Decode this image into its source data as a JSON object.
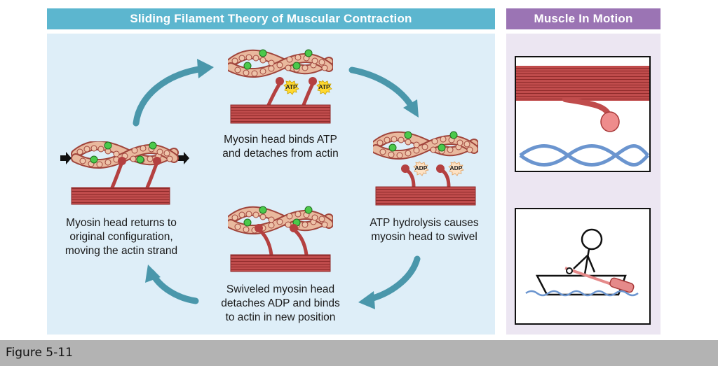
{
  "header": {
    "main_title": "Sliding Filament Theory of Muscular Contraction",
    "side_title": "Muscle In Motion"
  },
  "stages": {
    "top": {
      "lines": [
        "Myosin head binds ATP",
        "and detaches from actin"
      ],
      "badges": [
        "ATP",
        "ATP"
      ]
    },
    "right": {
      "lines": [
        "ATP hydrolysis causes",
        "myosin head to swivel"
      ],
      "badges": [
        "ADP",
        "ADP"
      ]
    },
    "bottom": {
      "lines": [
        "Swiveled myosin head",
        "detaches ADP and binds",
        "to actin in new position"
      ]
    },
    "left": {
      "lines": [
        "Myosin head returns to",
        "original configuration,",
        "moving the actin strand"
      ]
    }
  },
  "footer": {
    "label": "Figure 5-11"
  },
  "colors": {
    "header_main": "#5cb6cf",
    "header_side": "#9b74b4",
    "panel_main": "#deeef8",
    "panel_side": "#ece6f2",
    "arrow": "#4a97ab",
    "myosin": "#b44040",
    "actin": "#e7b69a",
    "bead": "#4bc94b"
  }
}
